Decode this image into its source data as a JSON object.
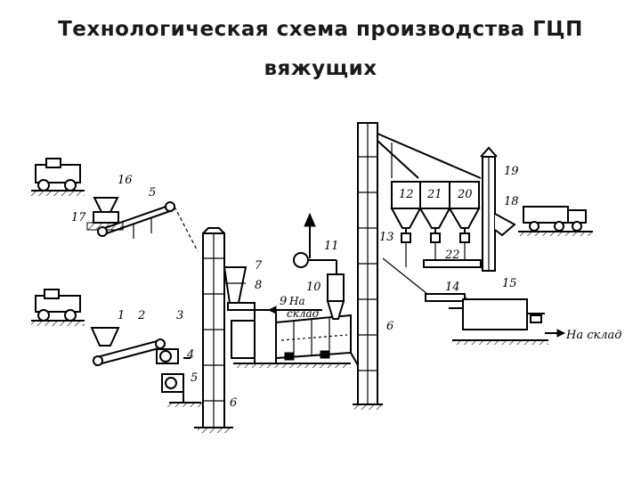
{
  "title": {
    "line1": "Технологическая схема производства ГЦП",
    "line2": "вяжущих"
  },
  "labels": {
    "n1": "1",
    "n2": "2",
    "n3": "3",
    "n4": "4",
    "n5a": "5",
    "n5b": "5",
    "n6a": "6",
    "n6b": "6",
    "n7": "7",
    "n8": "8",
    "n9": "9",
    "n10": "10",
    "n11": "11",
    "n12": "12",
    "n13": "13",
    "n14": "14",
    "n15": "15",
    "n16": "16",
    "n17": "17",
    "n18": "18",
    "n19": "19",
    "n20": "20",
    "n21": "21",
    "n22": "22",
    "na_sklad_1_line1": "На",
    "na_sklad_1_line2": "склад",
    "na_sklad_2": "На склад"
  },
  "colors": {
    "ink": "#000000",
    "background": "#ffffff",
    "title": "#1a1a1a"
  }
}
